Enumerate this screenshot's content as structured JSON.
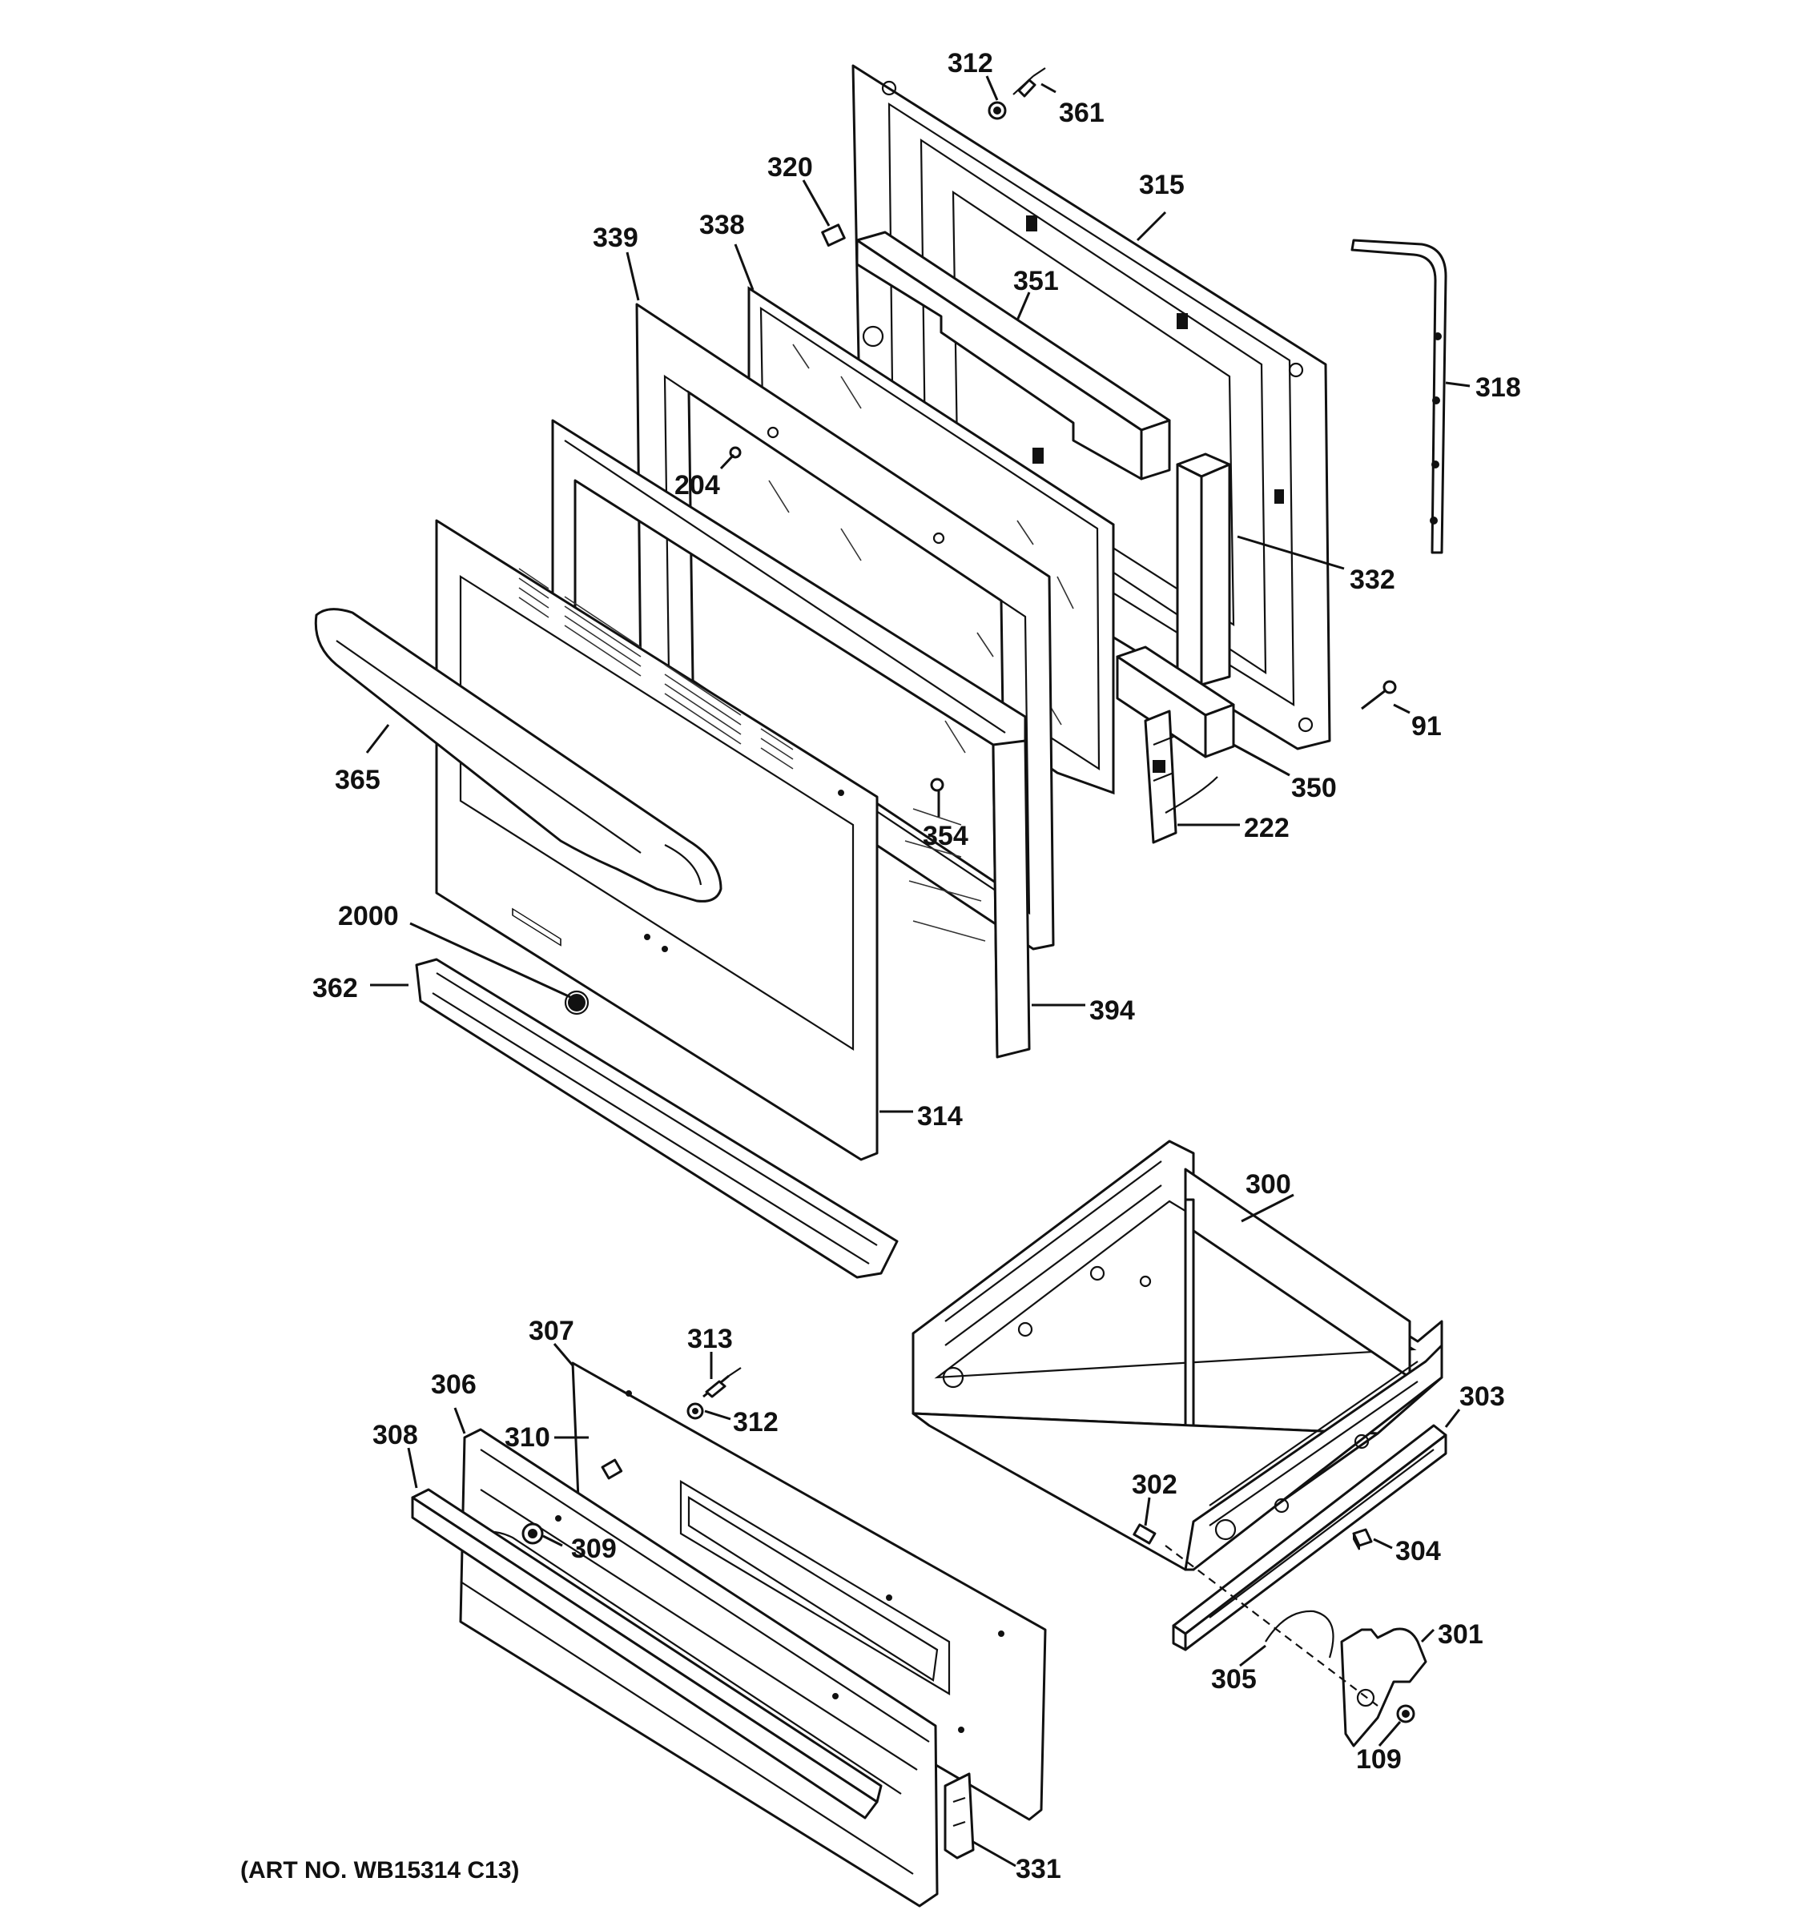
{
  "diagram": {
    "art_number": "(ART NO. WB15314 C13)",
    "labels": {
      "p312_top": "312",
      "p361": "361",
      "p320": "320",
      "p315": "315",
      "p339": "339",
      "p338": "338",
      "p351": "351",
      "p318": "318",
      "p204": "204",
      "p332": "332",
      "p91": "91",
      "p365": "365",
      "p350": "350",
      "p222": "222",
      "p354": "354",
      "p2000": "2000",
      "p362": "362",
      "p394": "394",
      "p314": "314",
      "p300": "300",
      "p307": "307",
      "p313": "313",
      "p306": "306",
      "p312_bottom": "312",
      "p310": "310",
      "p308": "308",
      "p303": "303",
      "p302": "302",
      "p309": "309",
      "p304": "304",
      "p301": "301",
      "p305": "305",
      "p109": "109",
      "p331": "331"
    }
  }
}
